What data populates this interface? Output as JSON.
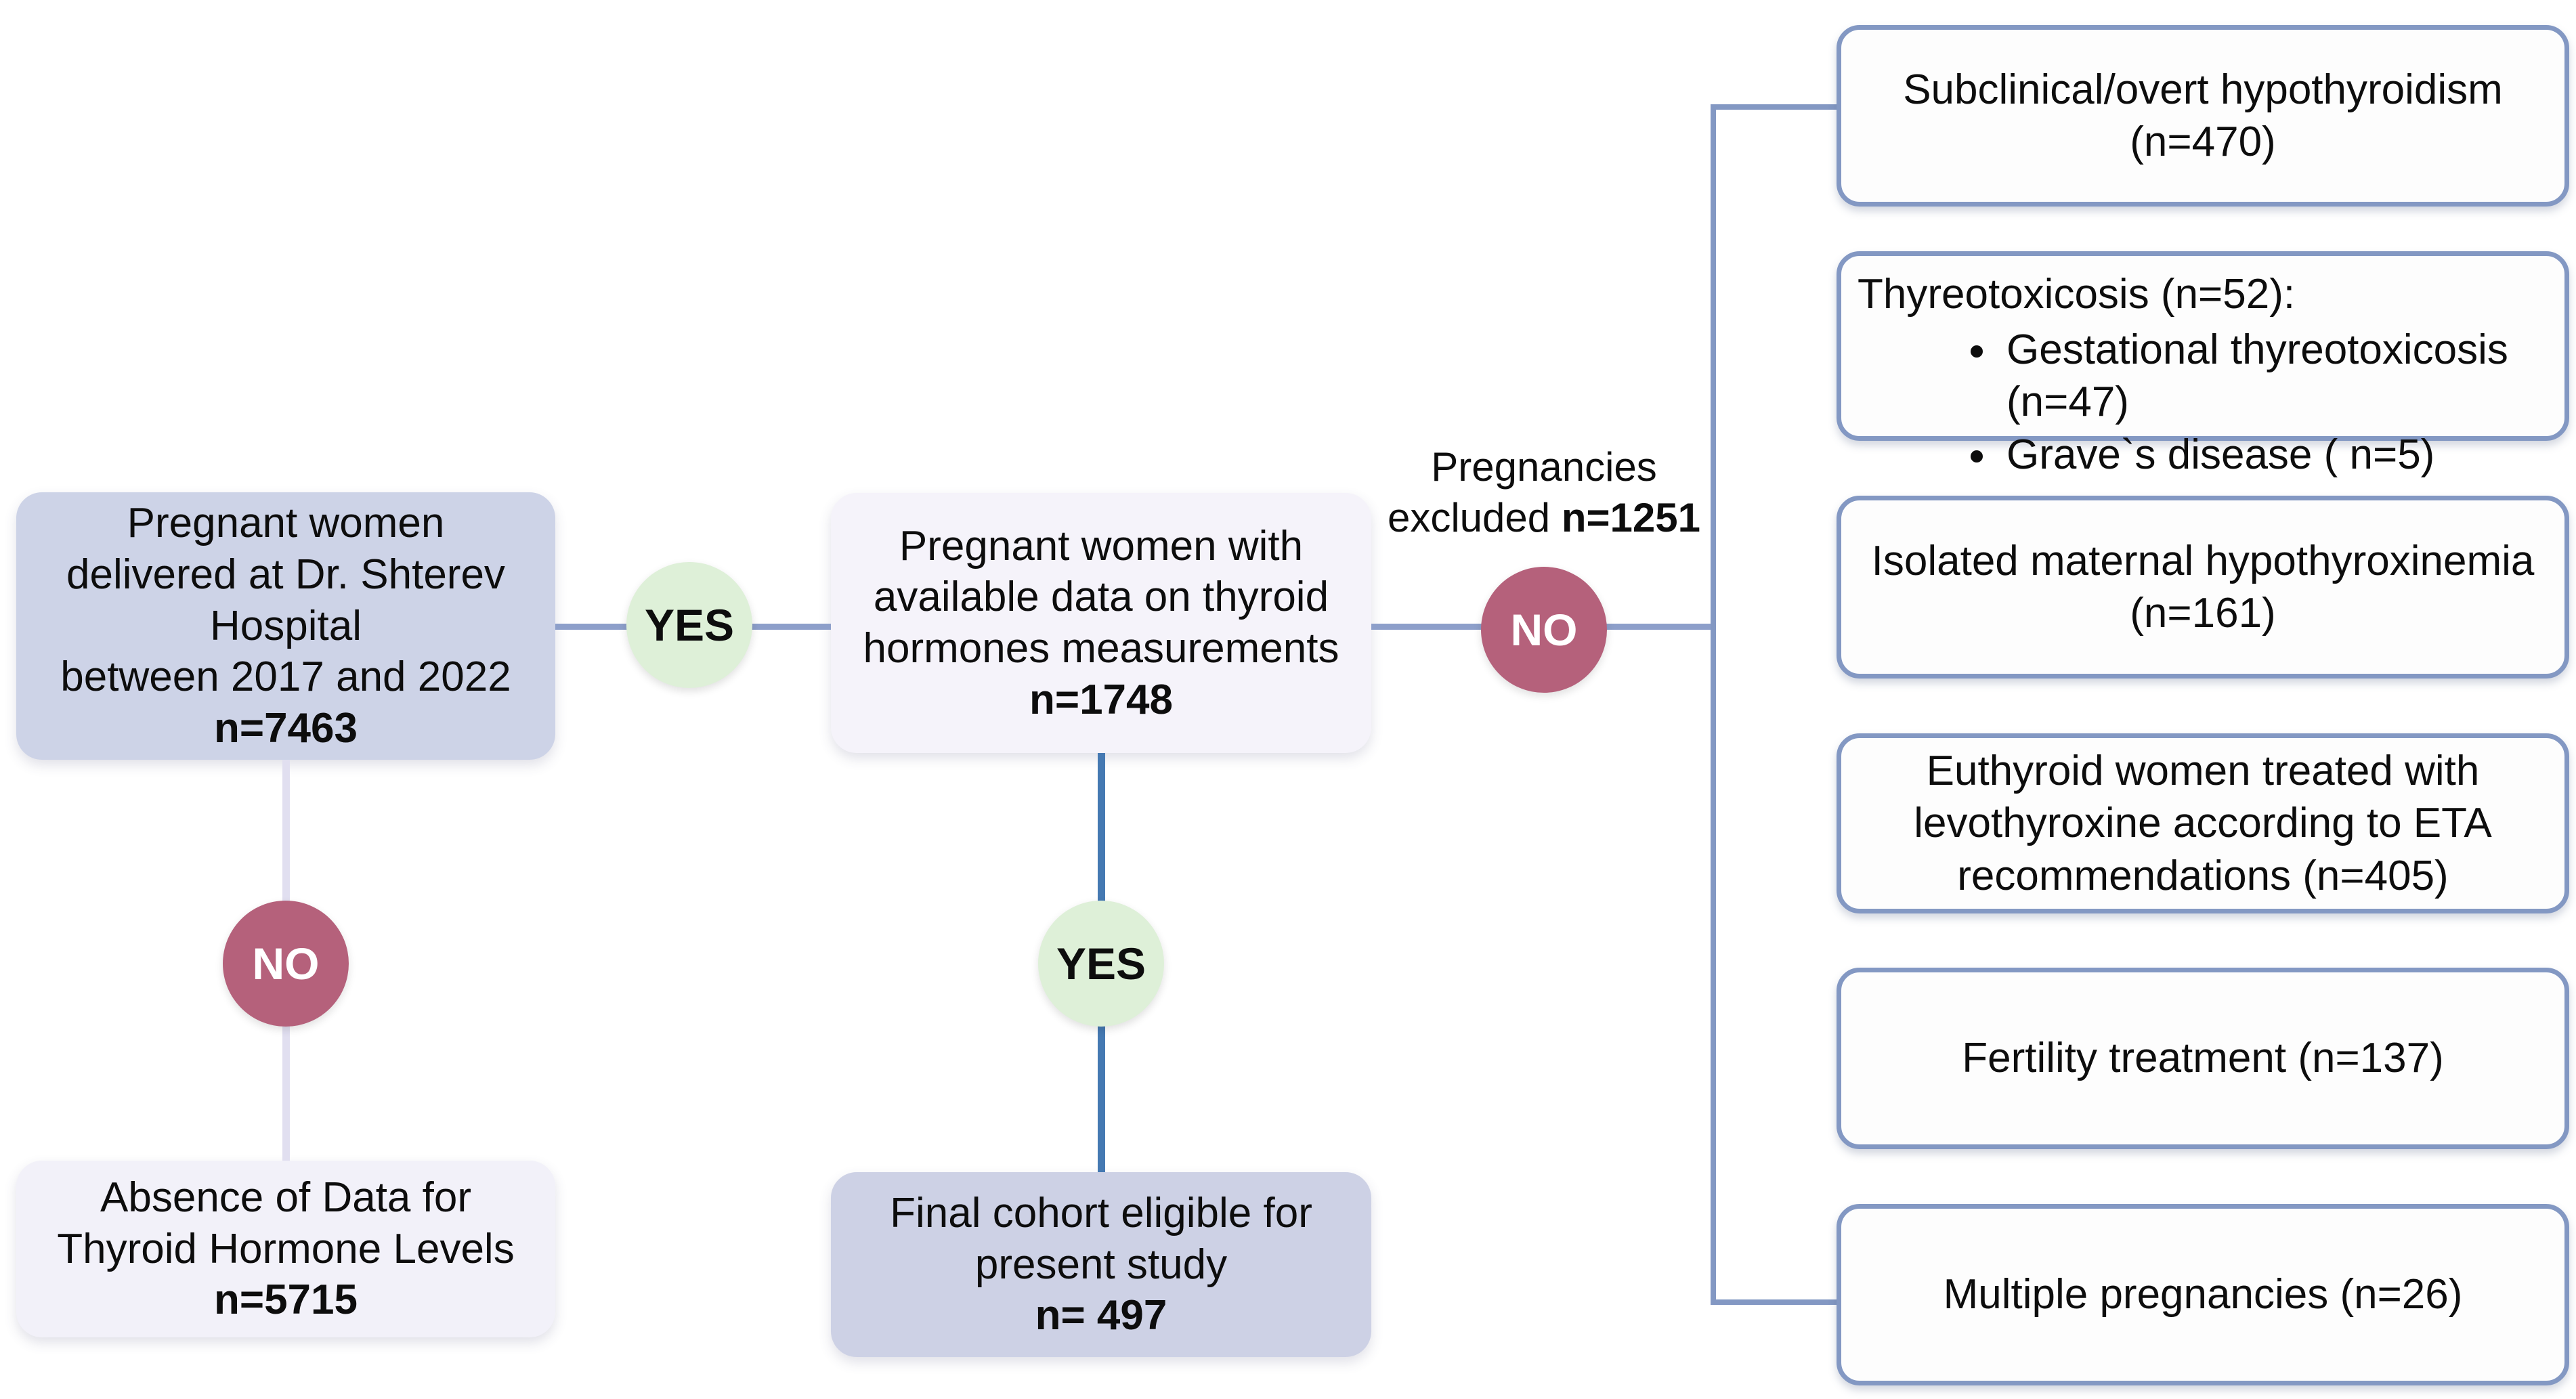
{
  "diagram_title": "Study cohort selection flowchart",
  "palette": {
    "node_fill_strong": "#cdd3e7",
    "node_fill_light": "#f5f3fa",
    "final_fill": "#cdd1e5",
    "exclusion_fill": "#fdfdfd",
    "exclusion_border": "#8398c3",
    "row_line": "#8d9fca",
    "left_line": "#e1dff0",
    "mid_line": "#4579b2",
    "yes_circle": "#def0d8",
    "no_circle": "#b5617b",
    "text": "#0d0d0d"
  },
  "nodes": {
    "start": {
      "text": "Pregnant women\ndelivered at Dr. Shterev\nHospital\nbetween 2017 and 2022",
      "n": "n=7463"
    },
    "available": {
      "text": "Pregnant women with\navailable data on thyroid\nhormones measurements",
      "n": "n=1748"
    },
    "absence": {
      "text": "Absence of Data for\nThyroid Hormone Levels",
      "n": "n=5715"
    },
    "final": {
      "text": "Final cohort eligible for\npresent study",
      "n": "n= 497"
    }
  },
  "decisions": {
    "yes1": "YES",
    "no1": "NO",
    "no2": "NO",
    "yes2": "YES"
  },
  "excluded_label": {
    "normal": "Pregnancies\nexcluded ",
    "bold": "n=1251"
  },
  "exclusions": [
    {
      "text": "Subclinical/overt hypothyroidism\n(n=470)"
    },
    {
      "heading": "Thyreotoxicosis (n=52):",
      "bullets": [
        "Gestational thyreotoxicosis (n=47)",
        "Grave`s disease ( n=5)"
      ]
    },
    {
      "text": "Isolated maternal hypothyroxinemia\n(n=161)"
    },
    {
      "text": "Euthyroid women treated  with levothyroxine according to ETA recommendations (n=405)"
    },
    {
      "text": "Fertility treatment (n=137)"
    },
    {
      "text": "Multiple pregnancies (n=26)"
    }
  ]
}
